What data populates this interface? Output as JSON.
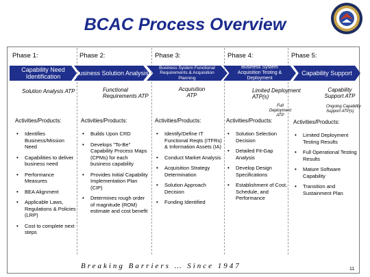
{
  "title": "BCAC Process Overview",
  "phases": [
    "Phase 1:",
    "Phase 2:",
    "Phase 3:",
    "Phase 4:",
    "Phase 5:"
  ],
  "bars": [
    {
      "label": "Capability Need Identification"
    },
    {
      "label": "Business Solution Analysis"
    },
    {
      "label": "Business System Functional Requirements & Acquisition Planning"
    },
    {
      "label": "Business System Acquisition Testing & Deployment"
    },
    {
      "label": "Capability Support"
    }
  ],
  "atps": [
    "Solution Analysis ATP",
    "Functional Requirements ATP",
    "Acquisition ATP",
    "Limited Deployment ATP(s)",
    "Full Deployment ATP",
    "Capability Support ATP",
    "Ongoing Capability Support ATP(s)"
  ],
  "columns": [
    {
      "heading": "Activities/Products:",
      "items": [
        "Identifies Business/Mission Need",
        "Capabilities to deliver business need",
        "Performance Measures",
        "BEA Alignment",
        "Applicable Laws, Regulations & Policies (LRP)",
        "Cost to complete next steps"
      ]
    },
    {
      "heading": "Activities/Products:",
      "items": [
        "Builds Upon CRD",
        "Develops \"To-Be\" Capability Process Maps (CPMs) for each business capability",
        "Provides Initial Capability Implementation Plan (CIP)",
        "Determines rough order of magnitude (ROM) estimate and cost benefit"
      ]
    },
    {
      "heading": "Activities/Products:",
      "items": [
        "Identify/Define IT Functional Reqts (ITFRs) & Information Assets (IA)",
        "Conduct Market Analysis",
        "Acquisition Strategy Determination",
        "Solution Approach Decision",
        "Funding Identified"
      ]
    },
    {
      "heading": "Activities/Products:",
      "items": [
        "Solution Selection Decision",
        "Detailed Fit-Gap Analysis",
        "Develop Design Specifications",
        "Establishment of Cost, Schedule, and Performance"
      ]
    },
    {
      "heading": "Activities/Products:",
      "items": [
        "Limited Deployment Testing Results",
        "Full Operational Testing Results",
        "Mature Software Capability",
        "Transition and Sustainment Plan"
      ]
    }
  ],
  "footer": "Breaking Barriers … Since 1947",
  "page_number": "11",
  "colors": {
    "title": "#1a2a8c",
    "bar": "#1f2f8c"
  },
  "logo_icon": "department-seal-icon"
}
